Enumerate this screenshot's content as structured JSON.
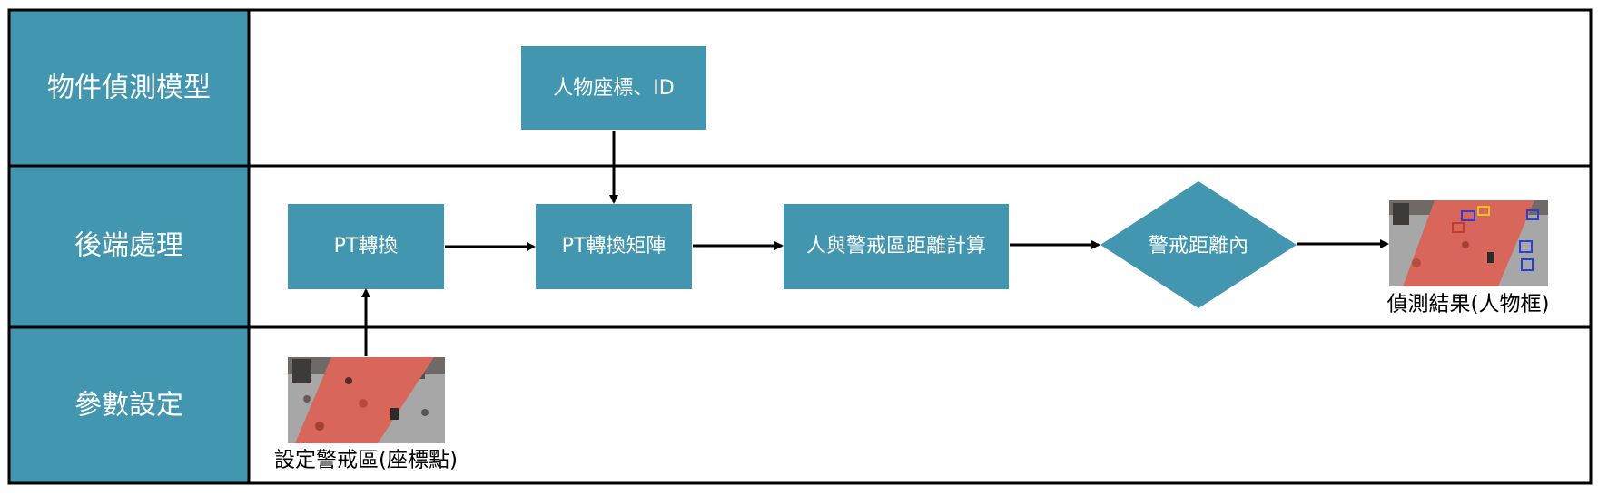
{
  "colors": {
    "accent": "#4296b0",
    "lane_border": "#000000",
    "walkway": "#d9665a",
    "pavement": "#a7a7a7"
  },
  "lanes": [
    {
      "label": "物件偵測模型"
    },
    {
      "label": "後端處理"
    },
    {
      "label": "參數設定"
    }
  ],
  "nodes": {
    "coords_id": {
      "label": "人物座標、ID"
    },
    "pt_transform": {
      "label": "PT轉換"
    },
    "pt_matrix": {
      "label": "PT轉換矩陣"
    },
    "distance_calc": {
      "label": "人與警戒區距離計算"
    },
    "within_distance": {
      "label": "警戒距離內"
    }
  },
  "images": {
    "set_zone": {
      "caption": "設定警戒區(座標點)",
      "icon": "walkway-photo"
    },
    "detect_result": {
      "caption": "偵測結果(人物框)",
      "icon": "walkway-photo-with-boxes"
    }
  },
  "edges": [
    {
      "from": "set_zone",
      "to": "pt_transform"
    },
    {
      "from": "pt_transform",
      "to": "pt_matrix"
    },
    {
      "from": "coords_id",
      "to": "pt_matrix"
    },
    {
      "from": "pt_matrix",
      "to": "distance_calc"
    },
    {
      "from": "distance_calc",
      "to": "within_distance"
    },
    {
      "from": "within_distance",
      "to": "detect_result"
    }
  ]
}
